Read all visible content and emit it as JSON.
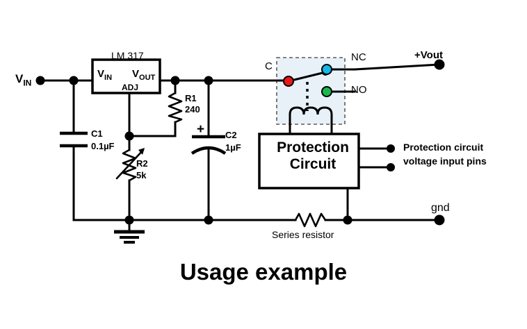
{
  "title": "Usage example",
  "figure_type": "circuit-schematic",
  "components": {
    "regulator": {
      "part_label": "LM 317",
      "pin_in": "V",
      "pin_in_sub": "IN",
      "pin_out": "V",
      "pin_out_sub": "OUT",
      "pin_adj": "ADJ"
    },
    "c1": {
      "ref": "C1",
      "value": "0.1µF",
      "type": "capacitor"
    },
    "c2": {
      "ref": "C2",
      "value": "1µF",
      "type": "capacitor-polarized",
      "polarity": "+"
    },
    "r1": {
      "ref": "R1",
      "value": "240",
      "type": "resistor"
    },
    "r2": {
      "ref": "R2",
      "value": "5k",
      "type": "potentiometer"
    },
    "series_resistor": {
      "label": "Series resistor",
      "type": "resistor"
    },
    "relay": {
      "terminal_common": "C",
      "terminal_nc": "NC",
      "terminal_no": "NO",
      "common_color": "#e8171a",
      "nc_color": "#13b7e8",
      "no_color": "#19b84d",
      "box_fill": "#e8f1f8",
      "box_stroke": "#5a5a5a"
    },
    "protection_block": {
      "line1": "Protection",
      "line2": "Circuit"
    }
  },
  "terminals": {
    "input": {
      "label": "V",
      "label_sub": "IN"
    },
    "output": {
      "label": "+Vout"
    },
    "ground": {
      "label": "gnd"
    },
    "protection_pins": {
      "line1": "Protection circuit",
      "line2": "voltage input pins"
    }
  },
  "colors": {
    "wire": "#000000",
    "background": "#ffffff",
    "relay_fill": "#e8f1f8"
  }
}
